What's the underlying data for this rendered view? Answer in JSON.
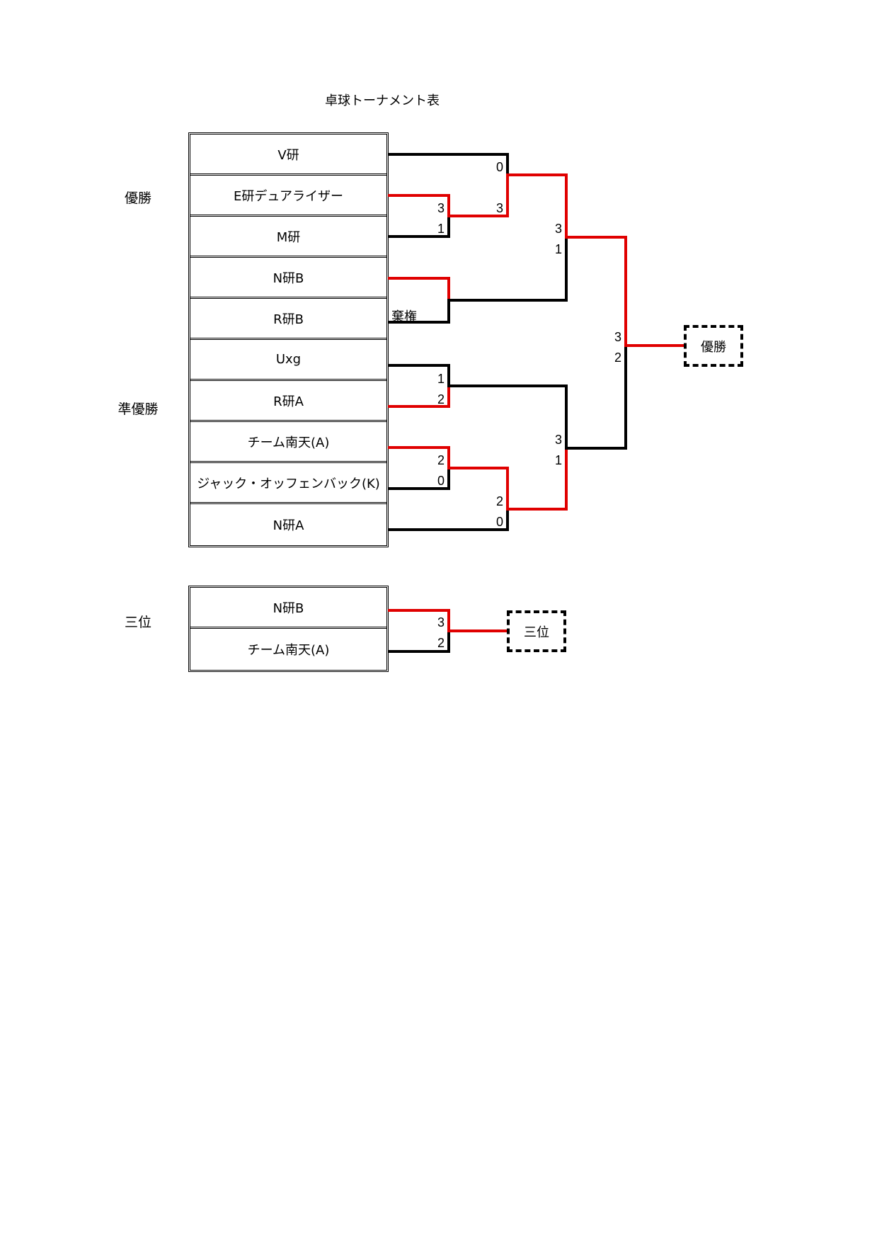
{
  "title": "卓球トーナメント表",
  "side_labels": {
    "first": "優勝",
    "second": "準優勝",
    "third": "三位"
  },
  "main_teams": [
    "V研",
    "E研デュアライザー",
    "M研",
    "N研B",
    "R研B",
    "Uxg",
    "R研A",
    "チーム南天(A)",
    "ジャック・オッフェンバック(K)",
    "N研A"
  ],
  "third_teams": [
    "N研B",
    "チーム南天(A)"
  ],
  "colors": {
    "winner_line": "#e00000",
    "loser_line": "#000000"
  },
  "scores": {
    "r1_e_vs_m": [
      "3",
      "1"
    ],
    "r1_nb_vs_rb_note": "棄権",
    "r1_uxg_vs_ra": [
      "1",
      "2"
    ],
    "r1_nan_vs_jack": [
      "2",
      "0"
    ],
    "r2_v_vs_e": [
      "0",
      "3"
    ],
    "r2_nan_vs_na": [
      "2",
      "0"
    ],
    "sf_top": [
      "3",
      "1"
    ],
    "sf_bottom": [
      "3",
      "1"
    ],
    "final": [
      "3",
      "2"
    ],
    "third": [
      "3",
      "2"
    ]
  },
  "result_boxes": {
    "champion": "優勝",
    "third": "三位"
  }
}
